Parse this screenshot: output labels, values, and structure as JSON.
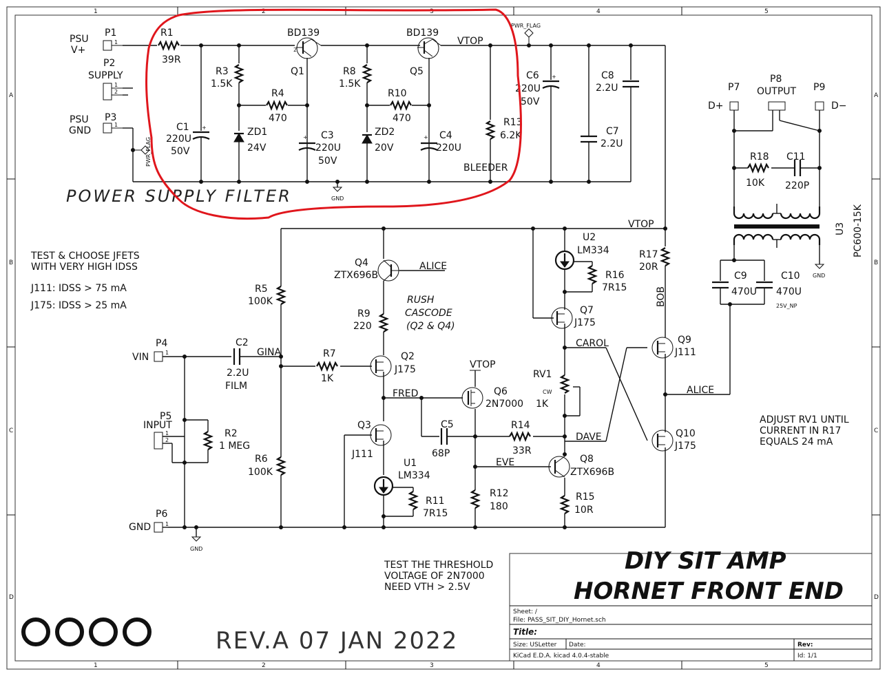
{
  "sheet": {
    "border_cols": [
      "1",
      "2",
      "3",
      "4",
      "5"
    ],
    "border_rows": [
      "A",
      "B",
      "C",
      "D"
    ]
  },
  "title_block": {
    "title_line1": "DIY SIT AMP",
    "title_line2": "HORNET FRONT END",
    "sheet": "Sheet: /",
    "file": "File: PASS_SIT_DIY_Hornet.sch",
    "title": "Title:",
    "size": "Size: USLetter",
    "date": "Date:",
    "rev": "Rev:",
    "tool": "KiCad E.D.A.  kicad 4.0.4-stable",
    "id": "Id: 1/1"
  },
  "notes": {
    "psf": "POWER SUPPLY FILTER",
    "jfet1": "TEST & CHOOSE JFETS",
    "jfet2": "WITH VERY HIGH IDSS",
    "j111": "J111:  IDSS > 75 mA",
    "j175": "J175:  IDSS > 25 mA",
    "rush1": "RUSH",
    "rush2": "CASCODE",
    "rush3": "(Q2 & Q4)",
    "thr1": "TEST THE THRESHOLD",
    "thr2": "VOLTAGE OF 2N7000",
    "thr3": "NEED VTH > 2.5V",
    "adj1": "ADJUST RV1 UNTIL",
    "adj2": "CURRENT IN R17",
    "adj3": "EQUALS 24 mA",
    "rev": "REV.A   07 JAN 2022",
    "bleeder": "BLEEDER"
  },
  "connectors": {
    "p1": "P1",
    "psu_vplus_1": "PSU",
    "psu_vplus_2": "V+",
    "p2": "P2",
    "supply": "SUPPLY",
    "p3": "P3",
    "psu_gnd_1": "PSU",
    "psu_gnd_2": "GND",
    "p4": "P4",
    "vin": "VIN",
    "p5": "P5",
    "input": "INPUT",
    "p6": "P6",
    "gnd": "GND",
    "p7": "P7",
    "dplus": "D+",
    "p8": "P8",
    "output": "OUTPUT",
    "p9": "P9",
    "dminus": "D−",
    "pin1": "1",
    "pin2": "2"
  },
  "parts": {
    "r1": "R1",
    "r1v": "39R",
    "r3": "R3",
    "r3v": "1.5K",
    "r4": "R4",
    "r4v": "470",
    "r8": "R8",
    "r8v": "1.5K",
    "r10": "R10",
    "r10v": "470",
    "r13": "R13",
    "r13v": "6.2K",
    "q1": "Q1",
    "q5": "Q5",
    "bd139a": "BD139",
    "bd139b": "BD139",
    "c1": "C1",
    "c1v": "220U",
    "c1w": "50V",
    "c3": "C3",
    "c3v": "220U",
    "c3w": "50V",
    "c4": "C4",
    "c4v": "220U",
    "c6": "C6",
    "c6v": "220U",
    "c6w": "50V",
    "c7": "C7",
    "c7v": "2.2U",
    "c8": "C8",
    "c8v": "2.2U",
    "zd1": "ZD1",
    "zd1v": "24V",
    "zd2": "ZD2",
    "zd2v": "20V",
    "r5": "R5",
    "r5v": "100K",
    "r6": "R6",
    "r6v": "100K",
    "r2": "R2",
    "r2v": "1 MEG",
    "c2": "C2",
    "c2v": "2.2U",
    "c2w": "FILM",
    "r7": "R7",
    "r7v": "1K",
    "q2": "Q2",
    "q2v": "J175",
    "q3": "Q3",
    "q3v": "J111",
    "q4": "Q4",
    "q4v": "ZTX696B",
    "r9": "R9",
    "r9v": "220",
    "u1": "U1",
    "u1v": "LM334",
    "r11": "R11",
    "r11v": "7R15",
    "q6": "Q6",
    "q6v": "2N7000",
    "c5": "C5",
    "c5v": "68P",
    "r12": "R12",
    "r12v": "180",
    "r14": "R14",
    "r14v": "33R",
    "u2": "U2",
    "u2v": "LM334",
    "r16": "R16",
    "r16v": "7R15",
    "q7": "Q7",
    "q7v": "J175",
    "rv1": "RV1",
    "rv1v": "1K",
    "cw": "CW",
    "q8": "Q8",
    "q8v": "ZTX696B",
    "r15": "R15",
    "r15v": "10R",
    "r17": "R17",
    "r17v": "20R",
    "q9": "Q9",
    "q9v": "J111",
    "q10": "Q10",
    "q10v": "J175",
    "r18": "R18",
    "r18v": "10K",
    "c11": "C11",
    "c11v": "220P",
    "c9": "C9",
    "c9v": "470U",
    "c10": "C10",
    "c10v": "470U",
    "c10w": "25V_NP",
    "u3": "U3",
    "u3v": "PC600-15K"
  },
  "nets": {
    "vtop1": "VTOP",
    "vtop2": "VTOP",
    "vtop3": "VTOP",
    "alice1": "ALICE",
    "alice2": "ALICE",
    "gina": "GINA",
    "fred": "FRED",
    "eve": "EVE",
    "carol": "CAROL",
    "dave": "DAVE",
    "bob": "BOB",
    "gnd1": "GND",
    "gnd2": "GND",
    "gnd3": "GND",
    "pwr1": "PWR_FLAG",
    "pwr2": "PWR_FLAG"
  },
  "logo": {
    "rings": 4
  }
}
